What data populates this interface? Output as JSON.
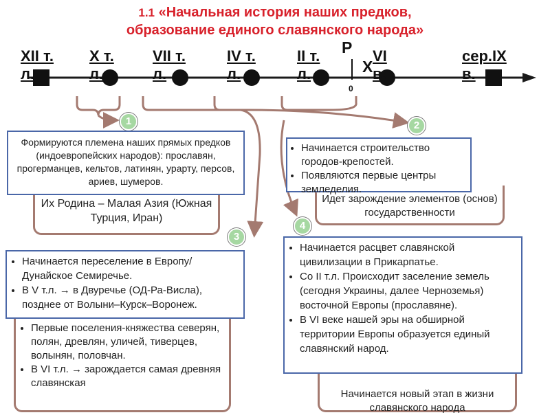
{
  "title": {
    "num": "1.1",
    "line1": "«Начальная история наших предков,",
    "line2": "образование единого славянского народа»"
  },
  "timeline": {
    "labels": [
      {
        "top": "XII т.",
        "bottom": "л."
      },
      {
        "top": "X т.",
        "bottom": "л."
      },
      {
        "top": "VII т.",
        "bottom": "л."
      },
      {
        "top": "IV т.",
        "bottom": "л."
      },
      {
        "top": "II т.",
        "bottom": "л."
      },
      {
        "top": "VI",
        "bottom": "в."
      },
      {
        "top": "сер.IX",
        "bottom": "в."
      }
    ],
    "rh_r": "Р",
    "rh_h": "Х",
    "zero": "0"
  },
  "badges": [
    "1",
    "2",
    "3",
    "4"
  ],
  "box1": {
    "front": "Формируются племена наших прямых предков (индоевропейских народов): прославян, прогерманцев, кельтов, латинян, урарту, персов, ариев, шумеров.",
    "back": "Их Родина – Малая Азия (Южная Турция, Иран)"
  },
  "box2": {
    "front": [
      "Начинается строительство городов-крепостей.",
      "Появляются первые центры земледелия."
    ],
    "back": "Идет зарождение элементов (основ) государственности"
  },
  "box3": {
    "front": [
      " Начинается переселение в Европу/Дунайское Семиречье.",
      "В V т.л. → в Двуречье (ОД-Ра-Висла), позднее от Волыни–Курск–Воронеж."
    ],
    "back": [
      "Первые поселения-княжества северян, полян, древлян, уличей, тиверцев, волынян, половчан.",
      "В VI т.л. → зарождается самая древняя славянская"
    ]
  },
  "box4": {
    "front": [
      " Начинается расцвет славянской цивилизации в Прикарпатье.",
      " Со II т.л. Происходит заселение земель (сегодня Украины, далее Черноземья) восточной Европы (прославяне).",
      "В VI веке нашей эры на обширной территории Европы образуется единый славянский народ."
    ],
    "back": "Начинается новый этап в жизни славянского народа"
  },
  "colors": {
    "title": "#d8212b",
    "frame_blue": "#4a67a8",
    "frame_brown": "#a47a70",
    "badge": "#a6d8a2",
    "arrow": "#a47a70"
  }
}
